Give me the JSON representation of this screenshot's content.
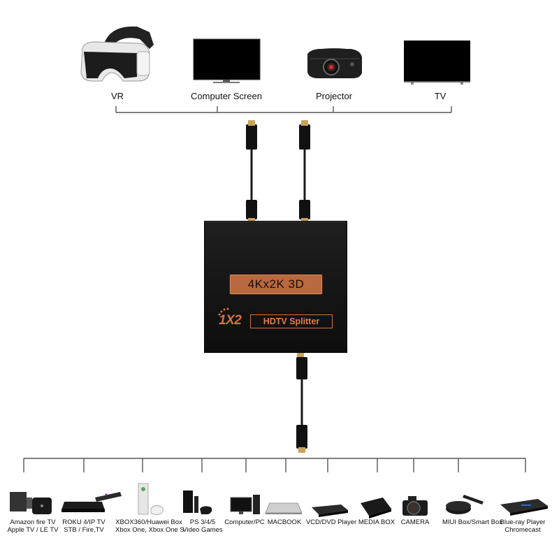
{
  "outputs": [
    {
      "label": "VR",
      "icon": "vr-headset-icon"
    },
    {
      "label": "Computer Screen",
      "icon": "monitor-icon"
    },
    {
      "label": "Projector",
      "icon": "projector-icon"
    },
    {
      "label": "TV",
      "icon": "tv-icon"
    }
  ],
  "splitter": {
    "resolution": "4Kx2K 3D",
    "brand_prefix": "1X2",
    "brand_text": "HDTV Splitter",
    "body_color": "#161616",
    "accent_color": "#d5733f"
  },
  "sources": [
    {
      "line1": "Amazon fire TV",
      "line2": "Apple TV / LE TV",
      "icon": "fire-tv-icon"
    },
    {
      "line1": "ROKU 4/IP TV",
      "line2": "STB / Fire,TV",
      "icon": "roku-box-icon"
    },
    {
      "line1": "XBOX360/Huawei Box",
      "line2": "Xbox One, Xbox One S",
      "icon": "xbox-icon"
    },
    {
      "line1": "PS 3/4/5",
      "line2": "Video Games",
      "icon": "playstation-icon"
    },
    {
      "line1": "Computer/PC",
      "line2": "",
      "icon": "desktop-pc-icon"
    },
    {
      "line1": "MACBOOK",
      "line2": "",
      "icon": "laptop-icon"
    },
    {
      "line1": "VCD/DVD Player",
      "line2": "",
      "icon": "dvd-player-icon"
    },
    {
      "line1": "MEDIA BOX",
      "line2": "",
      "icon": "media-box-icon"
    },
    {
      "line1": "CAMERA",
      "line2": "",
      "icon": "camera-icon"
    },
    {
      "line1": "MIUI Box/Smart Box",
      "line2": "",
      "icon": "smart-box-icon"
    },
    {
      "line1": "Blue-ray Player",
      "line2": "Chromecast",
      "icon": "bluray-player-icon"
    }
  ]
}
